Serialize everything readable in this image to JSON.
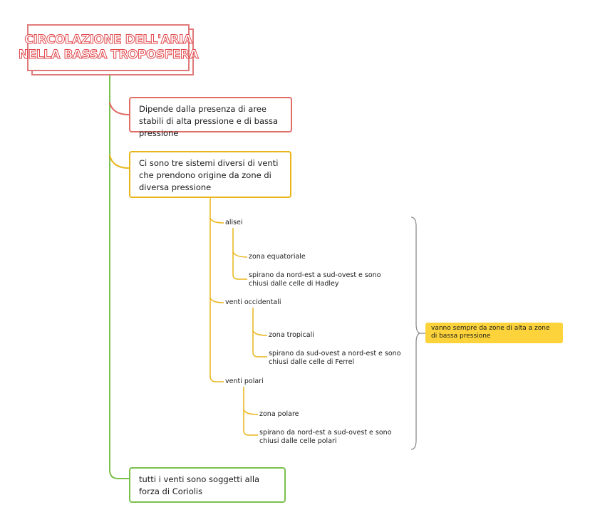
{
  "title": {
    "line1": "CIRCOLAZIONE DELL'ARIA",
    "line2": "NELLA BASSA TROPOSFERA"
  },
  "nodes": {
    "pressure": "Dipende dalla presenza di aree stabili di alta pressione e di bassa pressione",
    "systems": "Ci sono tre sistemi diversi di venti che prendono origine da zone di diversa pressione",
    "coriolis": "tutti i venti sono soggetti alla forza di Coriolis"
  },
  "winds": [
    {
      "label": "alisei",
      "zone": "zona equatoriale",
      "desc_line1": "spirano da nord-est a sud-ovest e sono",
      "desc_line2": "chiusi dalle celle di Hadley"
    },
    {
      "label": "venti occidentali",
      "zone": "zona tropicali",
      "desc_line1": "spirano da sud-ovest a nord-est e sono",
      "desc_line2": "chiusi dalle celle di Ferrel"
    },
    {
      "label": "venti polari",
      "zone": "zona polare",
      "desc_line1": "spirano da nord-est a sud-ovest e sono",
      "desc_line2": "chiusi dalle celle polari"
    }
  ],
  "summary": "vanno sempre da zone di alta a zone di bassa pressione",
  "colors": {
    "title_border": "#e07a7a",
    "title_text": "#e0454a",
    "trunk_green": "#7cc04d",
    "red_branch": "#e06d66",
    "yellow_branch": "#e9b51a",
    "brace_gray": "#8c8c8c",
    "summary_fill": "#fcd33b"
  }
}
